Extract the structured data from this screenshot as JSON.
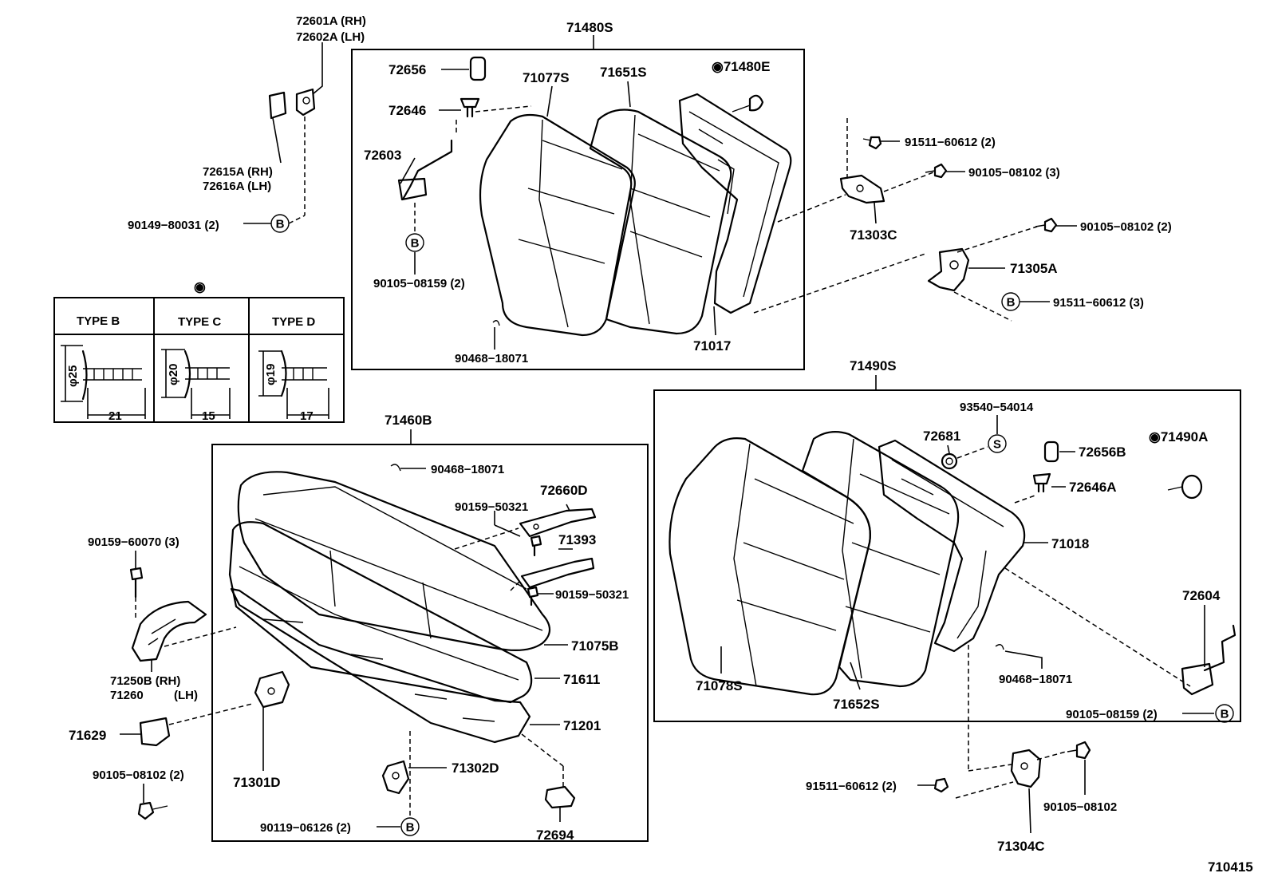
{
  "diagram_id": "710415",
  "type_table": {
    "header_marker": "◉",
    "types": [
      {
        "label": "TYPE B",
        "diameter": "φ25",
        "length": "21"
      },
      {
        "label": "TYPE C",
        "diameter": "φ20",
        "length": "15"
      },
      {
        "label": "TYPE D",
        "diameter": "φ19",
        "length": "17"
      }
    ]
  },
  "assemblies": {
    "rear_back_left": "71480S",
    "rear_back_right": "71490S",
    "cushion": "71460B"
  },
  "callouts": {
    "b": "B",
    "s": "S"
  },
  "labels": {
    "p72601A": "72601A (RH)",
    "p72602A": "72602A (LH)",
    "p72615A": "72615A (RH)",
    "p72616A": "72616A (LH)",
    "p90149": "90149−80031 (2)",
    "p72656": "72656",
    "p72646": "72646",
    "p72603": "72603",
    "p90105_08159a": "90105−08159 (2)",
    "p71077S": "71077S",
    "p71651S": "71651S",
    "p71480E": "◉71480E",
    "p90468a": "90468−18071",
    "p71017": "71017",
    "p91511a": "91511−60612 (2)",
    "p90105_08102a": "90105−08102 (3)",
    "p71303C": "71303C",
    "p90105_08102b": "90105−08102 (2)",
    "p71305A": "71305A",
    "p91511b": "91511−60612 (3)",
    "p93540": "93540−54014",
    "p72681": "72681",
    "p72656B": "72656B",
    "p71490A": "◉71490A",
    "p72646A": "72646A",
    "p71018": "71018",
    "p72604": "72604",
    "p90468b": "90468−18071",
    "p90105_08159b": "90105−08159 (2)",
    "p71078S": "71078S",
    "p71652S": "71652S",
    "p90468c": "90468−18071",
    "p72660D": "72660D",
    "p90159_50321a": "90159−50321",
    "p71393": "71393",
    "p90159_50321b": "90159−50321",
    "p71075B": "71075B",
    "p71611": "71611",
    "p71201": "71201",
    "p71302D": "71302D",
    "p90119": "90119−06126 (2)",
    "p72694": "72694",
    "p90159_60070": "90159−60070 (3)",
    "p71250B": "71250B (RH)",
    "p71260": "71260",
    "p71260lh": "(LH)",
    "p71629": "71629",
    "p71301D": "71301D",
    "p90105_08102c": "90105−08102 (2)",
    "p91511c": "91511−60612 (2)",
    "p90105_08102d": "90105−08102",
    "p71304C": "71304C"
  }
}
